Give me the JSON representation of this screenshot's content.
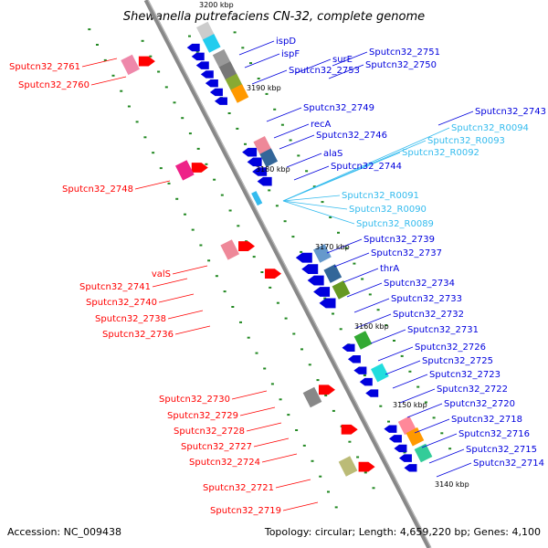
{
  "title": "Shewanella putrefaciens CN-32, complete genome",
  "footer": {
    "accession": "Accession: NC_009438",
    "stats": "Topology: circular; Length: 4,659,220 bp; Genes: 4,100"
  },
  "ticks": [
    "3200 kbp",
    "3190 kbp",
    "3180 kbp",
    "3170 kbp",
    "3160 kbp",
    "3150 kbp",
    "3140 kbp"
  ],
  "colors": {
    "forward": "#ff0000",
    "reverse": "#0000dd",
    "rna": "#33bbee",
    "backbone": "#888888",
    "gc_dots": "#228822"
  },
  "labels_left": [
    "Sputcn32_2761",
    "Sputcn32_2760",
    "Sputcn32_2748",
    "valS",
    "Sputcn32_2741",
    "Sputcn32_2740",
    "Sputcn32_2738",
    "Sputcn32_2736",
    "Sputcn32_2730",
    "Sputcn32_2729",
    "Sputcn32_2728",
    "Sputcn32_2727",
    "Sputcn32_2724",
    "Sputcn32_2721",
    "Sputcn32_2719"
  ],
  "labels_right": [
    "ispD",
    "ispF",
    "surE",
    "Sputcn32_2751",
    "Sputcn32_2753",
    "Sputcn32_2750",
    "Sputcn32_2749",
    "recA",
    "Sputcn32_2746",
    "alaS",
    "Sputcn32_2744",
    "Sputcn32_2739",
    "Sputcn32_2737",
    "thrA",
    "Sputcn32_2734",
    "Sputcn32_2733",
    "Sputcn32_2732",
    "Sputcn32_2731",
    "Sputcn32_2726",
    "Sputcn32_2725",
    "Sputcn32_2723",
    "Sputcn32_2722",
    "Sputcn32_2720",
    "Sputcn32_2718",
    "Sputcn32_2716",
    "Sputcn32_2715",
    "Sputcn32_2714",
    "Sputcn32_2743"
  ],
  "labels_rna": [
    "Sputcn32_R0094",
    "Sputcn32_R0093",
    "Sputcn32_R0092",
    "Sputcn32_R0091",
    "Sputcn32_R0090",
    "Sputcn32_R0089"
  ]
}
